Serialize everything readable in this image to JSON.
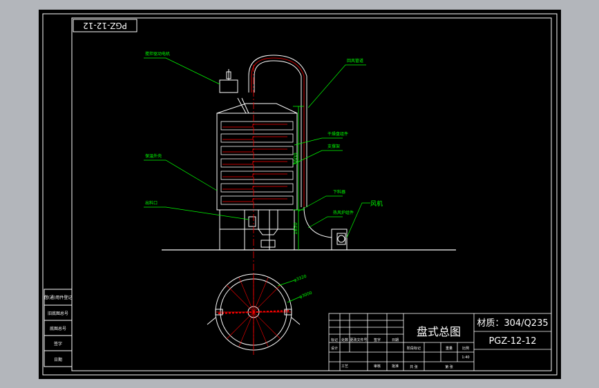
{
  "drawing": {
    "code_rotated": "PGZ-12-12",
    "title": "盘式总图",
    "material": "材质：304/Q235",
    "drawing_number": "PGZ-12-12",
    "labels": {
      "top_motor": "搅拌驱动电机",
      "pipe": "回风管道",
      "dry_plate": "干燥盘组件",
      "support": "支撑架",
      "outer_shell": "保温外壳",
      "outlet": "出料口",
      "inlet": "下料器",
      "heater": "热风炉组件",
      "fan": "风机"
    },
    "dimensions": {
      "dia_outer": "φ3320",
      "dia_inner": "φ3000",
      "height_upper": "3600",
      "height_lower": "1850"
    },
    "left_table": [
      "借(通)用件登记",
      "旧底图总号",
      "底图总号",
      "签字",
      "日期"
    ],
    "title_block": {
      "row_labels": [
        "标记",
        "处数",
        "更改文件号",
        "签字",
        "日期"
      ],
      "design": "设计",
      "audit": "审核",
      "stage": "阶段标记",
      "weight": "重量",
      "scale": "比例",
      "scale_value": "1:40",
      "sheets": "共 张",
      "sheet_no": "第 张",
      "craft": "工艺",
      "approve": "批准"
    }
  },
  "colors": {
    "background": "#000000",
    "line": "#ffffff",
    "dim": "#00ff00",
    "leader": "#00ff00",
    "section": "#ff0000",
    "frame_outside": "#b3b6bb"
  }
}
